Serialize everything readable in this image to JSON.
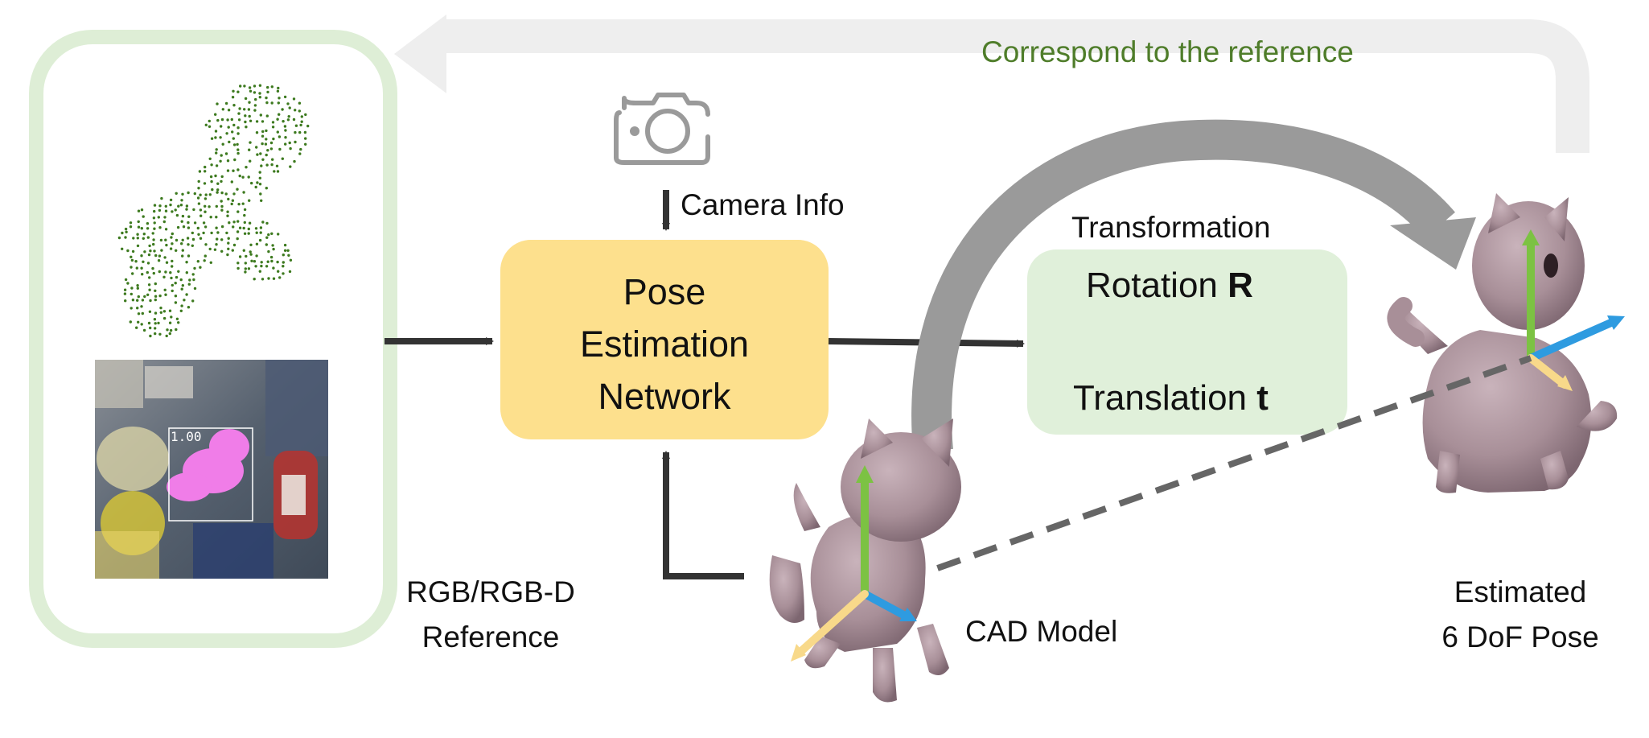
{
  "feedback_label": "Correspond to the reference",
  "camera_label": "Camera Info",
  "network": {
    "line1": "Pose",
    "line2": "Estimation",
    "line3": "Network"
  },
  "transformation": {
    "title": "Transformation",
    "rotation_text": "Rotation ",
    "rotation_symbol": "R",
    "translation_text": "Translation ",
    "translation_symbol": "t"
  },
  "reference": {
    "line1": "RGB/RGB-D",
    "line2": "Reference",
    "detection_score": "1.00"
  },
  "cad_label": "CAD Model",
  "estimated": {
    "line1": "Estimated",
    "line2": "6 DoF Pose"
  },
  "colors": {
    "feedback_text": "#4f7d2a",
    "reference_border": "#deeed6",
    "network_fill": "#fde08d",
    "transform_fill": "#e0f0da",
    "axis_green": "#7cc243",
    "axis_blue": "#2e9be0",
    "axis_yellow": "#f8d98a",
    "model_fill": "#a88f98",
    "point_cloud": "#3d7a1f",
    "mask": "#f07de8"
  },
  "icons": [
    "camera-icon",
    "cad-model-cat",
    "estimated-pose-cat",
    "point-cloud",
    "rgb-reference-image"
  ]
}
